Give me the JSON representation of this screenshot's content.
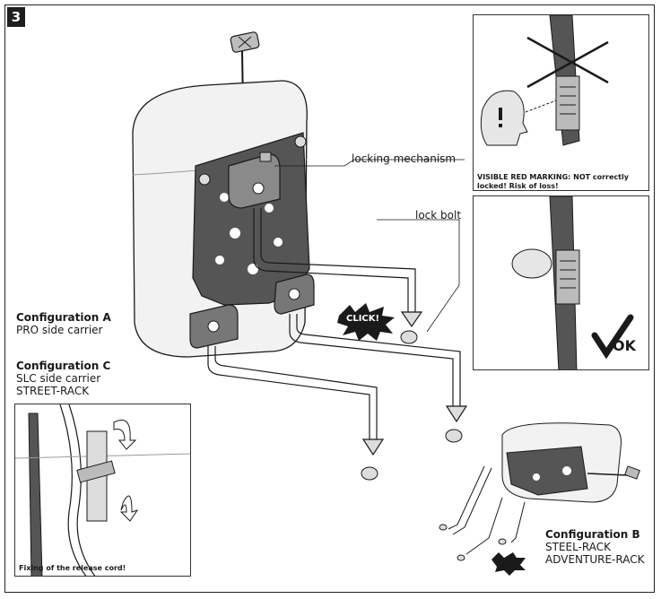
{
  "step_number": "3",
  "labels": {
    "locking_mechanism": "locking mechanism",
    "lock_bolt": "lock bolt",
    "click": "CLICK!",
    "ok": "OK"
  },
  "config_a": {
    "title": "Configuration A",
    "line1": "PRO side carrier"
  },
  "config_c": {
    "title": "Configuration C",
    "line1": "SLC side carrier",
    "line2": "STREET-RACK"
  },
  "config_b": {
    "title": "Configuration B",
    "line1": "STEEL-RACK",
    "line2": "ADVENTURE-RACK"
  },
  "inset_warning": {
    "line1": "VISIBLE RED MARKING: NOT correctly",
    "line2": "locked! Risk of loss!"
  },
  "inset_cord": {
    "caption": "Fixing of the release cord!"
  },
  "colors": {
    "plate": "#555555",
    "bag": "#f2f2f2",
    "outline": "#1a1a1a",
    "warning_head": "#e6e6e6"
  }
}
